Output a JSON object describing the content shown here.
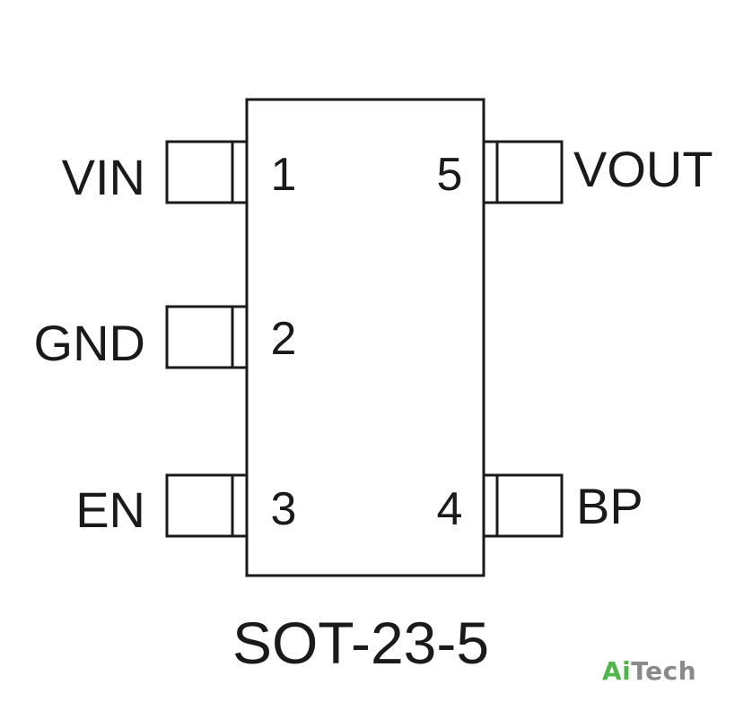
{
  "package": "SOT-23-5",
  "pins": {
    "vin": {
      "number": "1",
      "label": "VIN"
    },
    "gnd": {
      "number": "2",
      "label": "GND"
    },
    "en": {
      "number": "3",
      "label": "EN"
    },
    "bp": {
      "number": "4",
      "label": "BP"
    },
    "vout": {
      "number": "5",
      "label": "VOUT"
    }
  },
  "watermark": {
    "part1": "Ai",
    "part2": "Tech"
  },
  "colors": {
    "outline": "#1a1a1a",
    "watermark_green": "#4db848",
    "watermark_gray": "#8a8a8a"
  }
}
